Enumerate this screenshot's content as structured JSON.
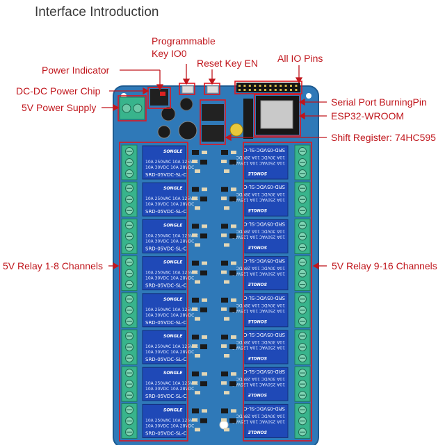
{
  "title": "Interface Introduction",
  "labels": {
    "programmable_key_line1": "Programmable",
    "programmable_key_line2": "Key IO0",
    "reset_key": "Reset Key EN",
    "all_io_pins": "All IO Pins",
    "power_indicator": "Power Indicator",
    "dcdc_chip": "DC-DC Power Chip",
    "power_supply": "5V Power Supply",
    "serial_port": "Serial Port BurningPin",
    "esp32": "ESP32-WROOM",
    "shift_register": "Shift Register: 74HC595",
    "relay_left": "5V Relay 1-8 Channels",
    "relay_right": "5V Relay 9-16 Channels"
  },
  "relay": {
    "brand": "SONGLE",
    "model": "SRD-05VDC-SL-C",
    "ratings": [
      "10A 250VAC  10A 125VAC",
      "10A  30VDC  10A  28VDC"
    ]
  },
  "colors": {
    "board": "#2f79b8",
    "relay_body": "#1f49b7",
    "terminal": "#38b48c",
    "label_red": "#c0161c",
    "highlight_box": "#e0171f"
  }
}
